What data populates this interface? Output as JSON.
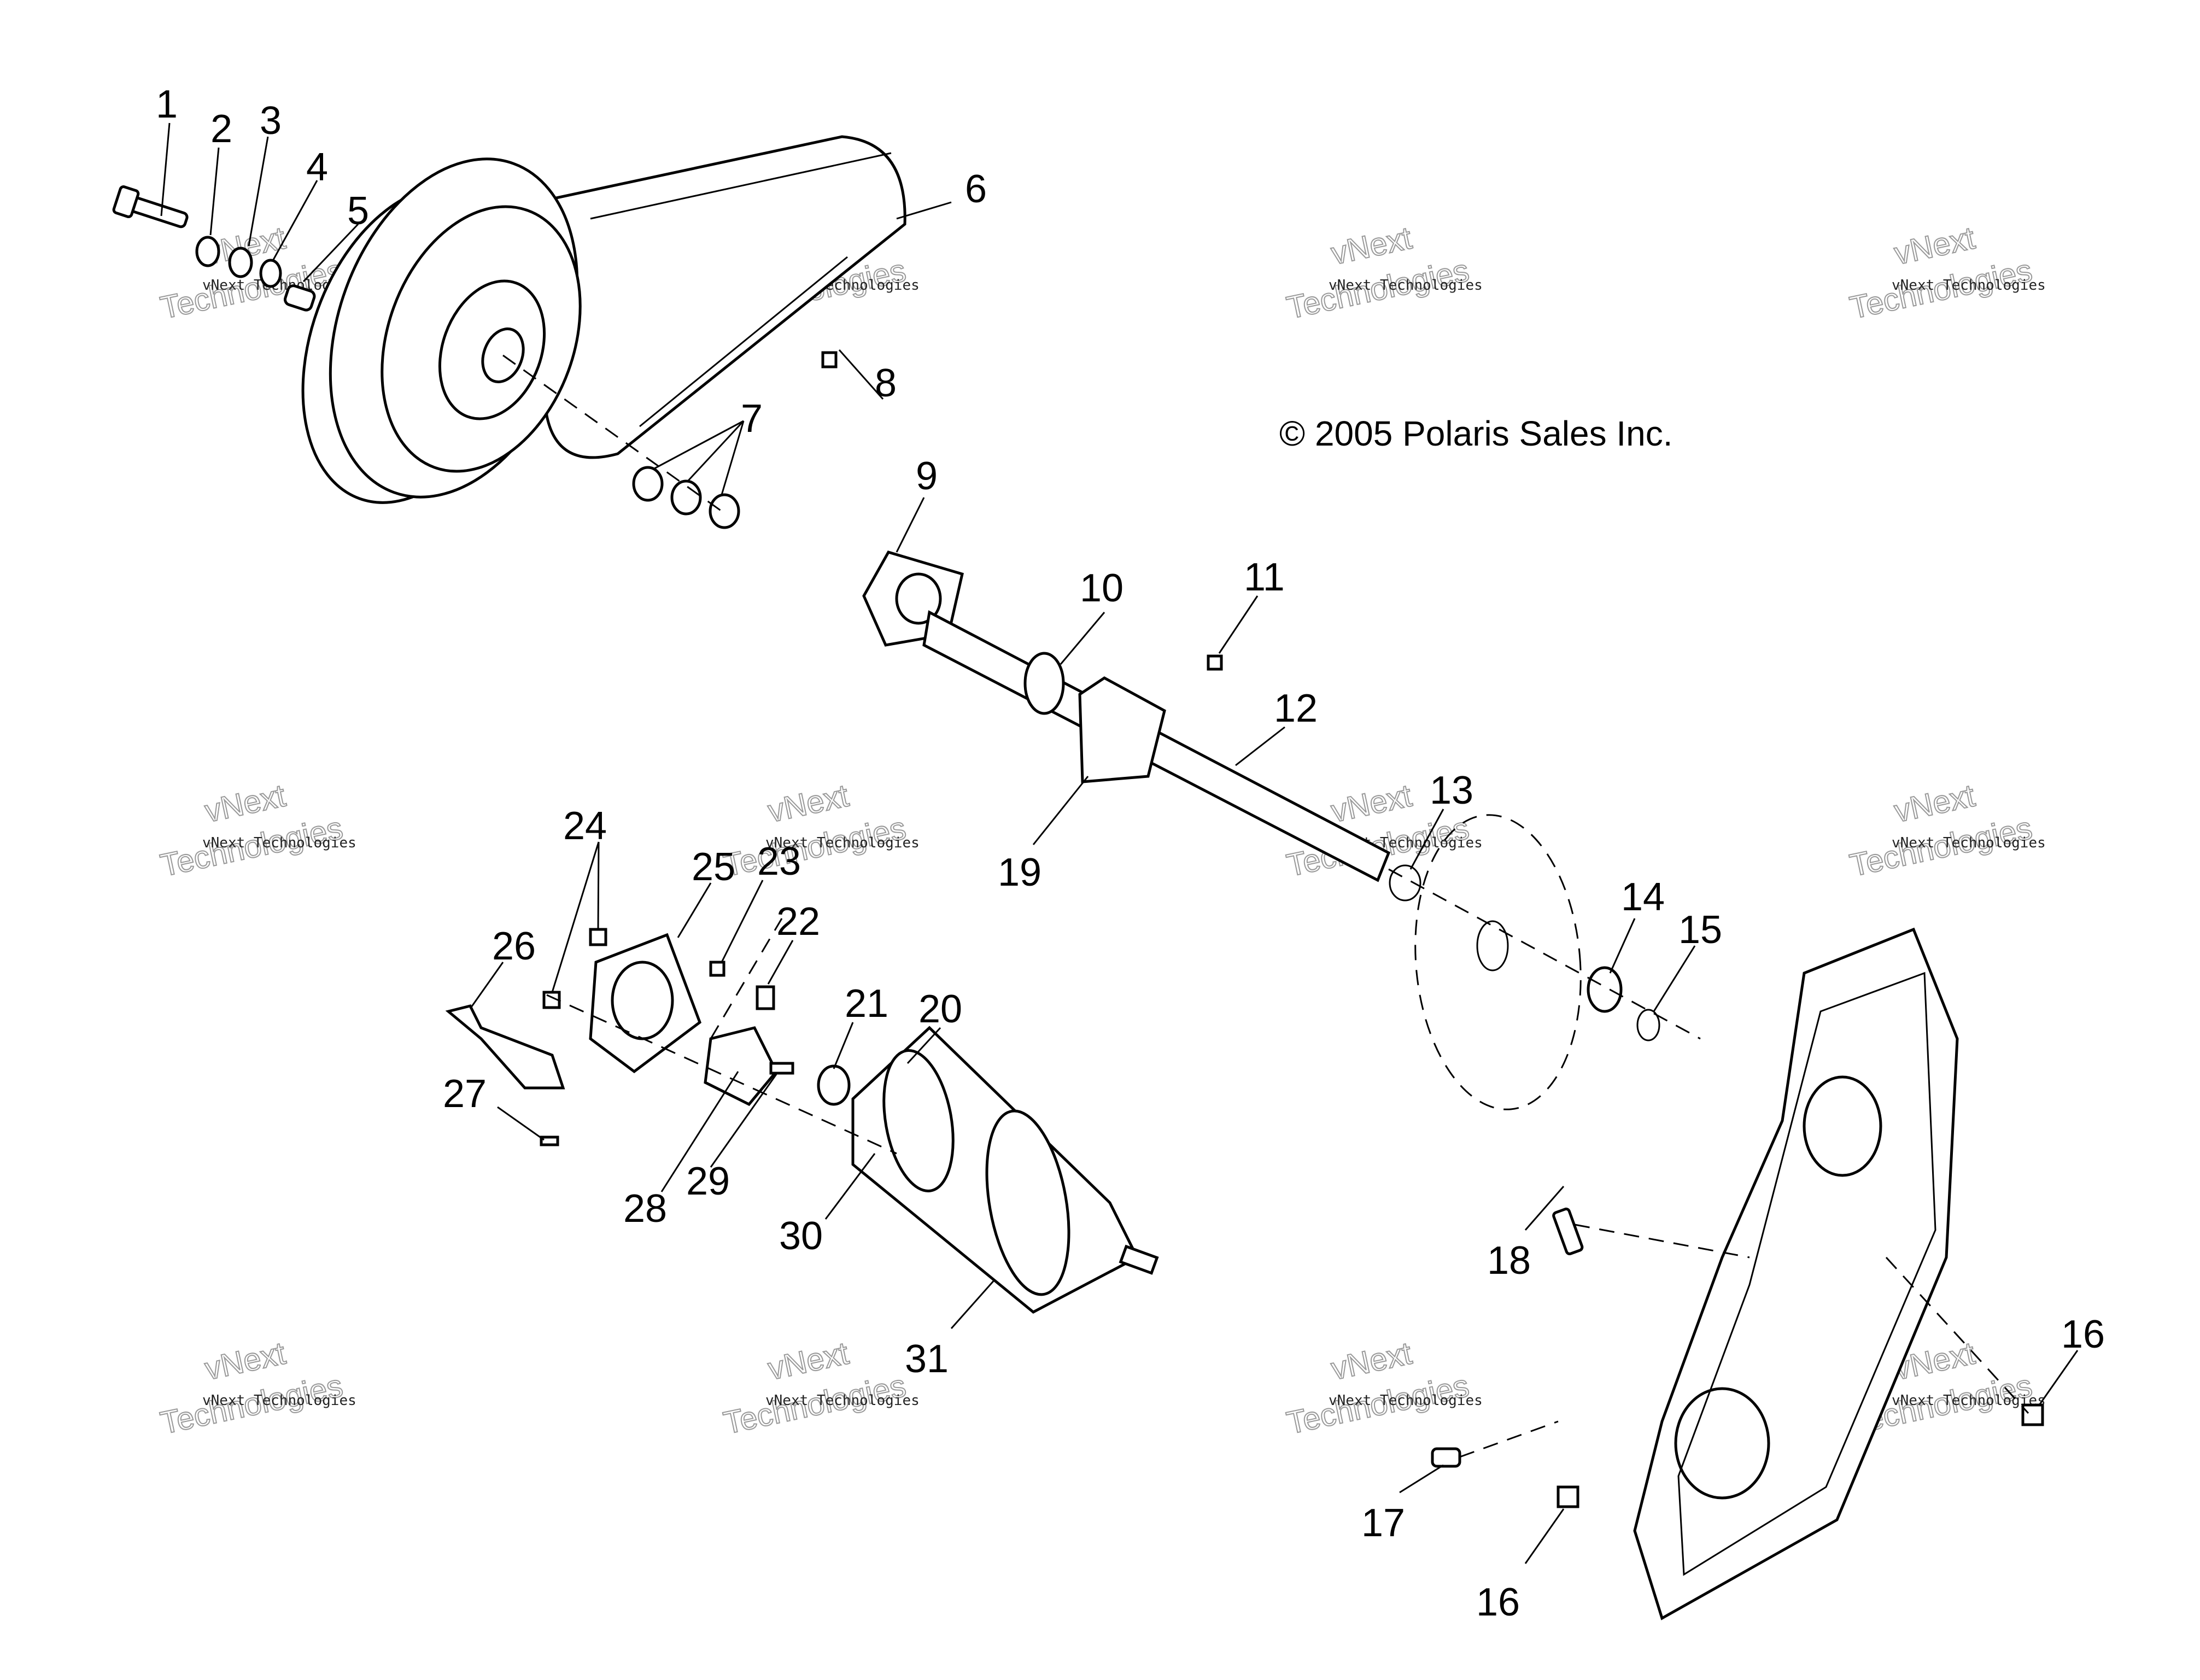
{
  "copyright": "© 2005 Polaris Sales Inc.",
  "watermark": {
    "line1": "vNext Technologies",
    "big_a": "vNext",
    "big_b": "Technologies"
  },
  "callouts": [
    {
      "id": "1",
      "label": "1"
    },
    {
      "id": "2",
      "label": "2"
    },
    {
      "id": "3",
      "label": "3"
    },
    {
      "id": "4",
      "label": "4"
    },
    {
      "id": "5",
      "label": "5"
    },
    {
      "id": "6",
      "label": "6"
    },
    {
      "id": "7",
      "label": "7"
    },
    {
      "id": "8",
      "label": "8"
    },
    {
      "id": "9",
      "label": "9"
    },
    {
      "id": "10",
      "label": "10"
    },
    {
      "id": "11",
      "label": "11"
    },
    {
      "id": "12",
      "label": "12"
    },
    {
      "id": "13",
      "label": "13"
    },
    {
      "id": "14",
      "label": "14"
    },
    {
      "id": "15",
      "label": "15"
    },
    {
      "id": "16a",
      "label": "16"
    },
    {
      "id": "16b",
      "label": "16"
    },
    {
      "id": "17",
      "label": "17"
    },
    {
      "id": "18",
      "label": "18"
    },
    {
      "id": "19",
      "label": "19"
    },
    {
      "id": "20",
      "label": "20"
    },
    {
      "id": "21",
      "label": "21"
    },
    {
      "id": "22",
      "label": "22"
    },
    {
      "id": "23",
      "label": "23"
    },
    {
      "id": "24",
      "label": "24"
    },
    {
      "id": "25",
      "label": "25"
    },
    {
      "id": "26",
      "label": "26"
    },
    {
      "id": "27",
      "label": "27"
    },
    {
      "id": "28",
      "label": "28"
    },
    {
      "id": "29",
      "label": "29"
    },
    {
      "id": "30",
      "label": "30"
    },
    {
      "id": "31",
      "label": "31"
    }
  ]
}
